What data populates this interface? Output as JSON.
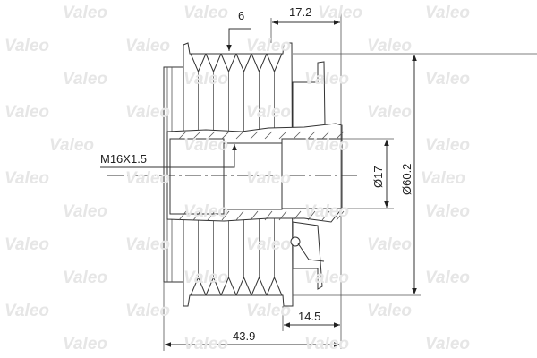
{
  "watermark": {
    "text": "Valeo",
    "color": "#ececec"
  },
  "dimensions": {
    "groove_count": "6",
    "hub_length": "17.2",
    "thread": "M16X1.5",
    "bore_diameter": "Ø17",
    "outer_diameter": "Ø60.2",
    "rear_length": "14.5",
    "overall_length": "43.9"
  }
}
